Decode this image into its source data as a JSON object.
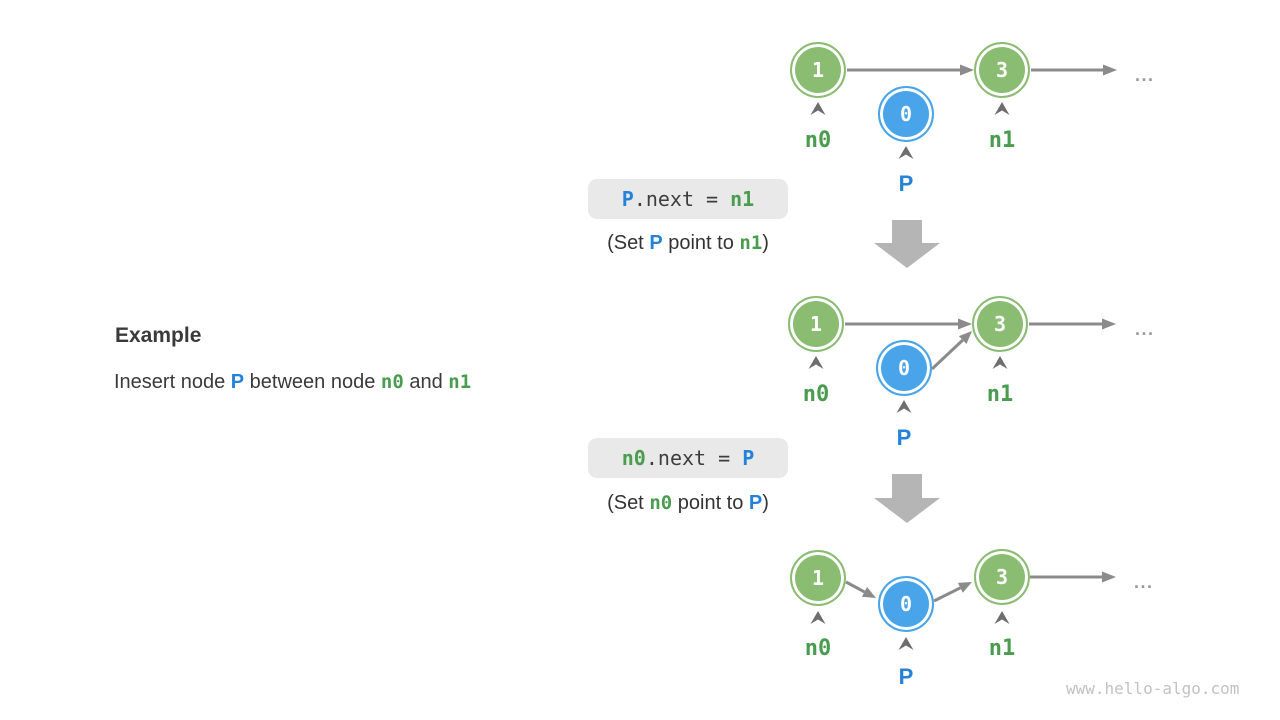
{
  "figure": {
    "heading": "Example",
    "sentence": {
      "pre": "Inesert node ",
      "p_ref": "P",
      "mid": " between node ",
      "n0_ref": "n0",
      "and": " and ",
      "n1_ref": "n1"
    },
    "watermark": "www.hello-algo.com"
  },
  "steps": [
    {
      "code": {
        "t1": "P",
        "t2": ".next = ",
        "t3": "n1"
      },
      "caption": {
        "open": "(Set ",
        "r1": "P",
        "mid": " point to ",
        "r2": "n1",
        "close": ")"
      }
    },
    {
      "code": {
        "t1": "n0",
        "t2": ".next = ",
        "t3": "P"
      },
      "caption": {
        "open": "(Set ",
        "r1": "n0",
        "mid": " point to ",
        "r2": "P",
        "close": ")"
      }
    }
  ],
  "stages": [
    {
      "nodes": [
        {
          "value": "1",
          "label": "n0"
        },
        {
          "value": "0",
          "label": "P"
        },
        {
          "value": "3",
          "label": "n1"
        }
      ],
      "ellipsis": "..."
    },
    {
      "nodes": [
        {
          "value": "1",
          "label": "n0"
        },
        {
          "value": "0",
          "label": "P"
        },
        {
          "value": "3",
          "label": "n1"
        }
      ],
      "ellipsis": "..."
    },
    {
      "nodes": [
        {
          "value": "1",
          "label": "n0"
        },
        {
          "value": "0",
          "label": "P"
        },
        {
          "value": "3",
          "label": "n1"
        }
      ],
      "ellipsis": "..."
    }
  ],
  "colors": {
    "node_green": "#8abd72",
    "node_blue": "#49a4e9",
    "label_green": "#4a9d4e",
    "label_blue": "#2483d8",
    "arrow_gray": "#8b8b8b",
    "caret_gray": "#6e6e6e",
    "block_arrow_gray": "#b5b5b5",
    "code_box_bg": "#e9e9e9",
    "watermark_gray": "#c2c2c2"
  }
}
